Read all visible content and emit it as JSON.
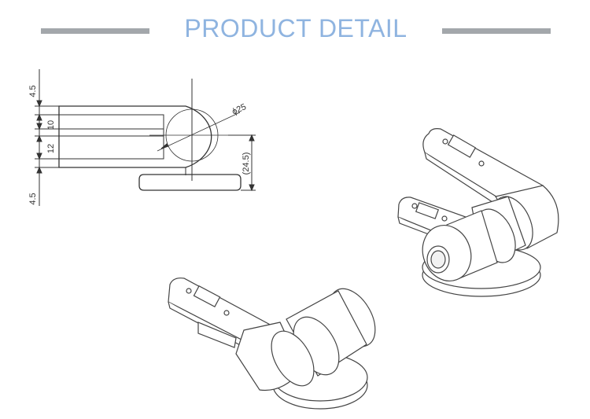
{
  "header": {
    "title": "PRODUCT DETAIL",
    "accent_color": "#8fb4e0",
    "bar_color": "#a3a7ab"
  },
  "drawing": {
    "dim_top": "4.5",
    "dim_mid": "10",
    "dim_low": "12",
    "dim_bottom": "4.5",
    "dim_diameter": "ϕ25",
    "dim_height": "(24.5)"
  }
}
